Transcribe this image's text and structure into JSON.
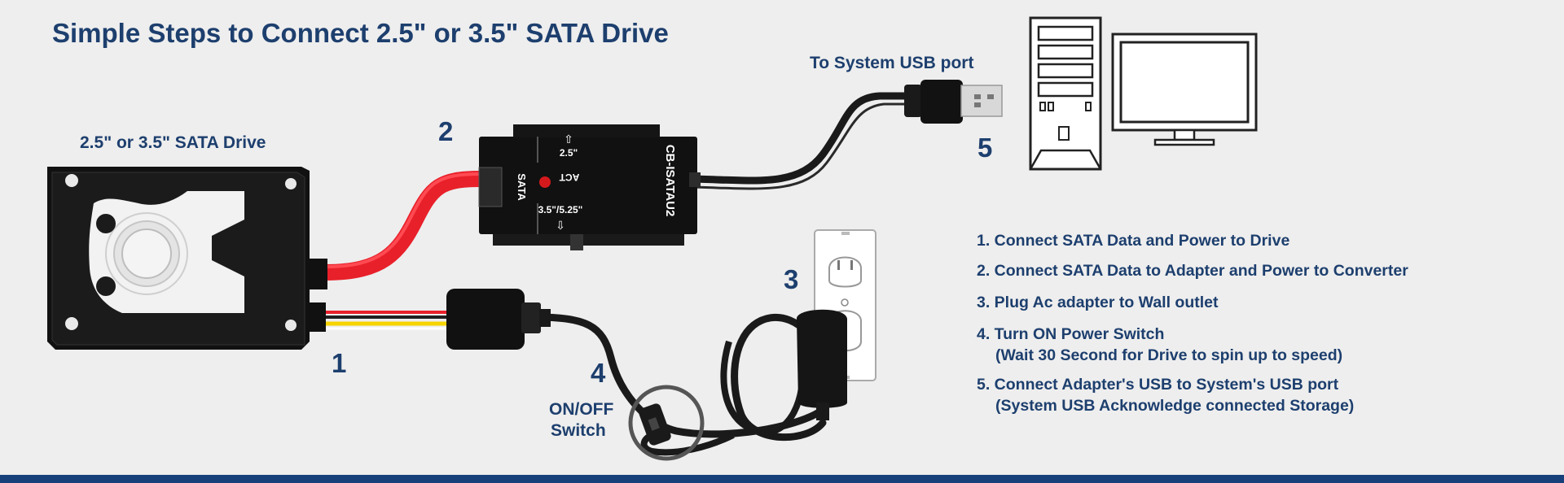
{
  "title": "Simple Steps to Connect 2.5\" or 3.5\" SATA Drive",
  "labels": {
    "drive": "2.5\" or 3.5\" SATA Drive",
    "usb_port": "To System USB port",
    "switch_line1": "ON/OFF",
    "switch_line2": "Switch"
  },
  "numbers": {
    "n1": "1",
    "n2": "2",
    "n3": "3",
    "n4": "4",
    "n5": "5"
  },
  "adapter": {
    "model": "CB-ISATAU2",
    "sata_port": "SATA",
    "act_led": "ACT",
    "size_small": "2.5\"",
    "size_large": "3.5\"/5.25\""
  },
  "steps": [
    {
      "main": "1. Connect SATA Data and Power to Drive",
      "sub": ""
    },
    {
      "main": "2. Connect SATA Data to Adapter and Power to Converter",
      "sub": ""
    },
    {
      "main": "3. Plug Ac adapter to Wall outlet",
      "sub": ""
    },
    {
      "main": "4. Turn ON Power Switch",
      "sub": "(Wait 30 Second for Drive to spin up to speed)"
    },
    {
      "main": "5. Connect Adapter's USB to System's USB port",
      "sub": "(System USB Acknowledge connected Storage)"
    }
  ],
  "colors": {
    "text": "#1d3f6e",
    "sata_cable": "#e8202a",
    "bottom_bar": "#173f7a",
    "device": "#151515"
  }
}
